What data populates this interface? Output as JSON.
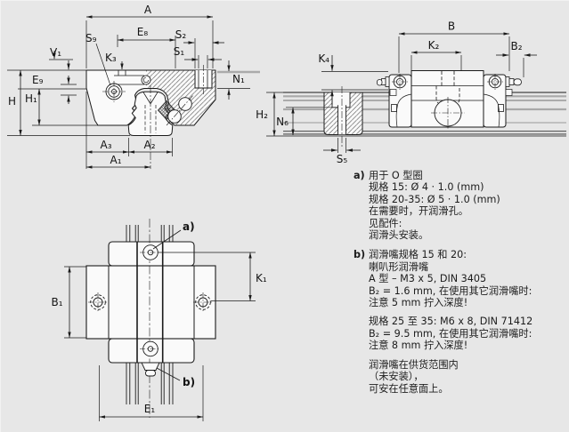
{
  "page": {
    "bg": "#e7e7e7",
    "ink": "#1b1b1b",
    "paper": "#fafafa"
  },
  "views": {
    "cross_section": {
      "labels": {
        "a": "A",
        "e8": "E₈",
        "s2": "S₂",
        "s1": "S₁",
        "s9": "S₉",
        "k3": "K₃",
        "v1": "V₁",
        "e9": "E₉",
        "h": "H",
        "h1": "H₁",
        "n1": "N₁",
        "a3": "A₃",
        "a2": "A₂",
        "a1": "A₁"
      }
    },
    "side": {
      "labels": {
        "b": "B",
        "k2": "K₂",
        "b2": "B₂",
        "k4": "K₄",
        "h2": "H₂",
        "n6": "N₆",
        "s5": "S₅"
      }
    },
    "top": {
      "labels": {
        "b1": "B₁",
        "k1": "K₁",
        "e1": "E₁",
        "ref_a": "a)",
        "ref_b": "b)"
      }
    }
  },
  "notes": {
    "a": {
      "marker": "a)",
      "lines": [
        "用于 O 型圈",
        "规格 15: Ø 4 · 1.0 (mm)",
        "规格 20-35: Ø 5 · 1.0 (mm)",
        "在需要时，开润滑孔。",
        "见配件:",
        "润滑头安装。"
      ]
    },
    "b": {
      "marker": "b)",
      "para1": [
        "润滑嘴规格 15 和 20:",
        "喇叭形润滑嘴",
        "A 型 – M3 x 5, DIN 3405",
        "B₂ = 1.6 mm, 在使用其它润滑嘴时:",
        "注意 5 mm 拧入深度!"
      ],
      "para2": [
        "规格 25 至 35: M6 x 8, DIN 71412",
        "B₂ = 9.5 mm, 在使用其它润滑嘴时:",
        "注意 8 mm 拧入深度!"
      ],
      "para3": [
        "润滑嘴在供货范围内",
        "（未安装），",
        "可安在任意面上。"
      ]
    }
  }
}
